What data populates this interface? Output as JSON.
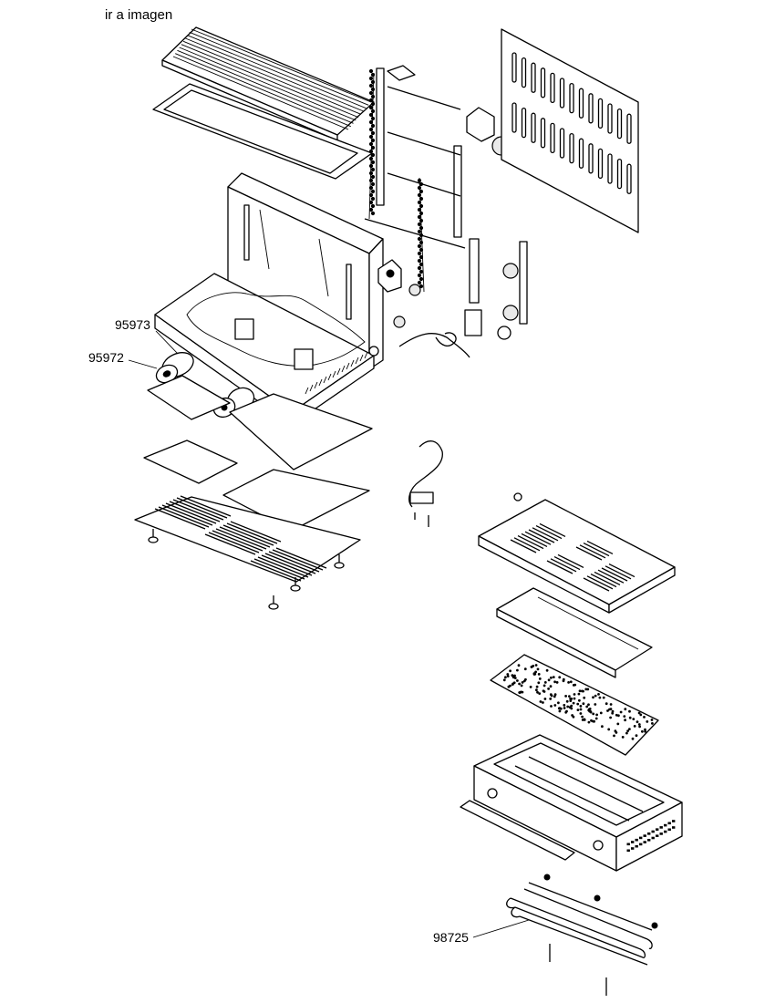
{
  "nav": {
    "link_label": "ir a imagen"
  },
  "callouts": [
    {
      "part_number": "95973"
    },
    {
      "part_number": "95972"
    },
    {
      "part_number": "98725"
    }
  ]
}
